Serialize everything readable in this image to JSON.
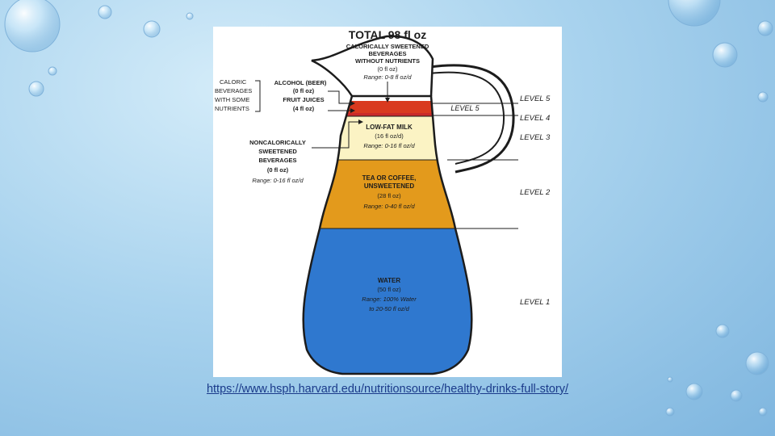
{
  "slide": {
    "background_color": "#a9d3ee",
    "link_text": "https://www.hsph.harvard.edu/nutritionsource/healthy-drinks-full-story/"
  },
  "diagram": {
    "title": "TOTAL 98 fl oz",
    "top_note": {
      "line1": "CALORICALLY SWEETENED",
      "line2": "BEVERAGES",
      "line3": "WITHOUT NUTRIENTS",
      "amount": "(0 fl oz)",
      "range": "Range: 0-8 fl oz/d"
    },
    "caloric_group": {
      "line1": "CALORIC",
      "line2": "BEVERAGES",
      "line3": "WITH SOME",
      "line4": "NUTRIENTS"
    },
    "alcohol": {
      "line1": "ALCOHOL (BEER)",
      "amount": "(0 fl oz)"
    },
    "juice": {
      "line1": "FRUIT JUICES",
      "amount": "(4 fl oz)"
    },
    "noncaloric": {
      "line1": "NONCALORICALLY",
      "line2": "SWEETENED",
      "line3": "BEVERAGES",
      "amount": "(0 fl oz)",
      "range": "Range: 0-16 fl oz/d"
    },
    "layers": {
      "level5": {
        "label": "LEVEL 5",
        "inner_label": "LEVEL 5",
        "color": "#d93a1f"
      },
      "level4": {
        "label": "LEVEL 4",
        "color": "#c92a2a"
      },
      "milk": {
        "level_label": "LEVEL 3",
        "name": "LOW-FAT MILK",
        "amount": "(16 fl oz/d)",
        "range": "Range: 0-16 fl oz/d",
        "color": "#fbf3c4"
      },
      "tea": {
        "level_label": "LEVEL 2",
        "name1": "TEA OR COFFEE,",
        "name2": "UNSWEETENED",
        "amount": "(28 fl oz)",
        "range": "Range: 0-40 fl oz/d",
        "color": "#e39a1c"
      },
      "water": {
        "level_label": "LEVEL 1",
        "name": "WATER",
        "amount": "(50 fl oz)",
        "range1": "Range: 100% Water",
        "range2": "to 20-50 fl oz/d",
        "color": "#2f78cf"
      }
    }
  }
}
